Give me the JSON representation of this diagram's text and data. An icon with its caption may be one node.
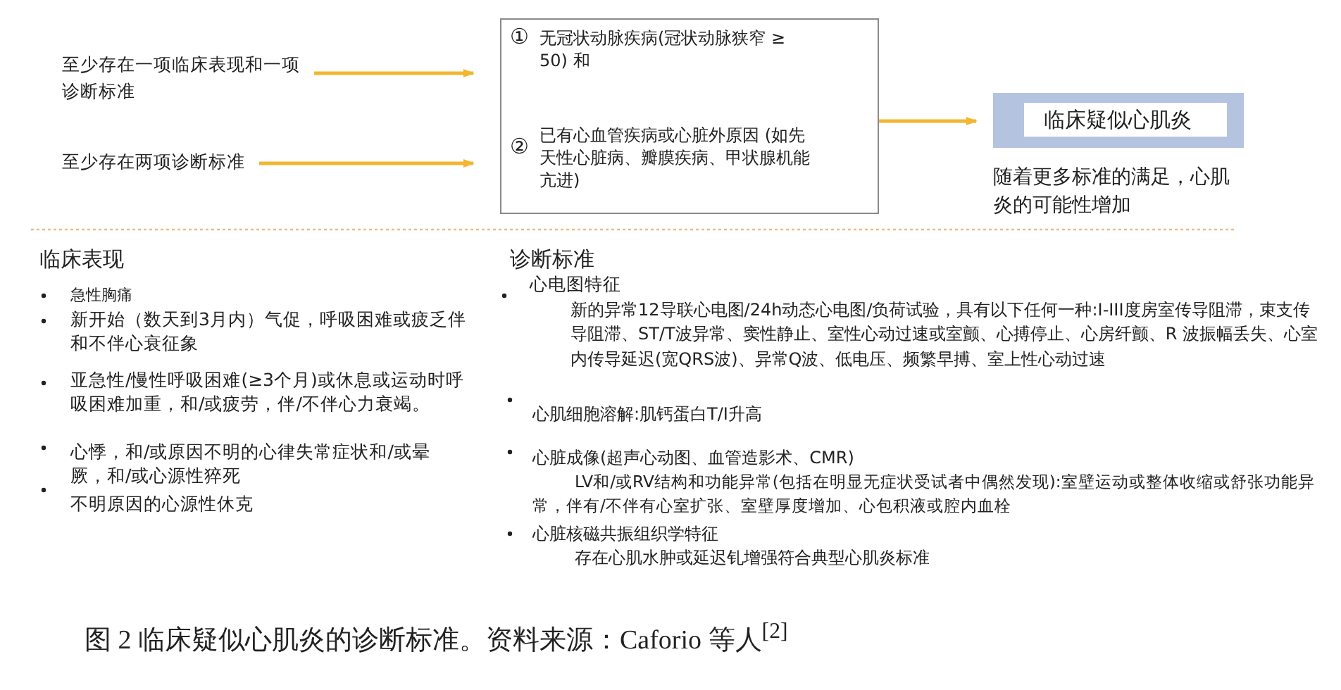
{
  "diagram": {
    "caption": "图 2 临床疑似心肌炎的诊断标准。资料来源：Caforio 等人$^{[2]}$",
    "nodes": [
      {
        "text": [
          "至少存在一项临床表现和一项诊断标准"
        ]
      },
      {
        "text": [
          "至少存在两项诊断标准"
        ]
      },
      {
        "text": [
          "①",
          "无冠状动脉疾病(冠状动脉狭窄 ≥ 50) 和",
          "②",
          "已有心血管疾病或心脏外原因 (如先天性心脏病、瓣膜疾病、甲状腺机能亢进)"
        ]
      },
      {
        "text": [
          "临床疑似心肌炎"
        ],
        "beside": [
          "随着更多标准的满足，心肌炎的可能性增加"
        ]
      }
    ],
    "edges": [
      {
        "from": 0,
        "to": 2,
        "arrow": "to"
      },
      {
        "from": 1,
        "to": 2,
        "arrow": "to"
      },
      {
        "from": 2,
        "to": 3,
        "arrow": "to"
      }
    ],
    "labels": [
      "临床表现",
      "急性胸痛",
      "新开始（数天到3月内）气促，呼吸困难或疲乏伴和不伴心衰征象",
      "亚急性/慢性呼吸困难(≥3个月)或休息或运动时呼吸困难加重，和/或疲劳，伴/不伴心力衰竭。",
      "心悸，和/或原因不明的心律失常症状和/或晕厥，和/或心源性猝死",
      "不明原因的心源性休克",
      "诊断标准",
      "心电图特征",
      "新的异常12导联心电图/24h动态心电图/负荷试验，具有以下任何一种:I-III度房室传导阻滞，束支传导阻滞、ST/T波异常、窦性静止、室性心动过速或室颤、心搏停止、心房纤颤、R 波振幅丢失、心室内传导延迟(宽QRS波)、异常Q波、低电压、频繁早搏、室上性心动过速",
      "心肌细胞溶解:肌钙蛋白T/I升高",
      "心脏成像(超声心动图、血管造影术、CMR)",
      "LV和/或RV结构和功能异常(包括在明显无症状受试者中偶然发现):室壁运动或整体收缩或舒张功能异常，伴有/不伴有心室扩张、室壁厚度增加、心包积液或腔内血栓",
      "心脏核磁共振组织学特征",
      "存在心肌水肿或延迟钆增强符合典型心肌炎标准"
    ]
  }
}
